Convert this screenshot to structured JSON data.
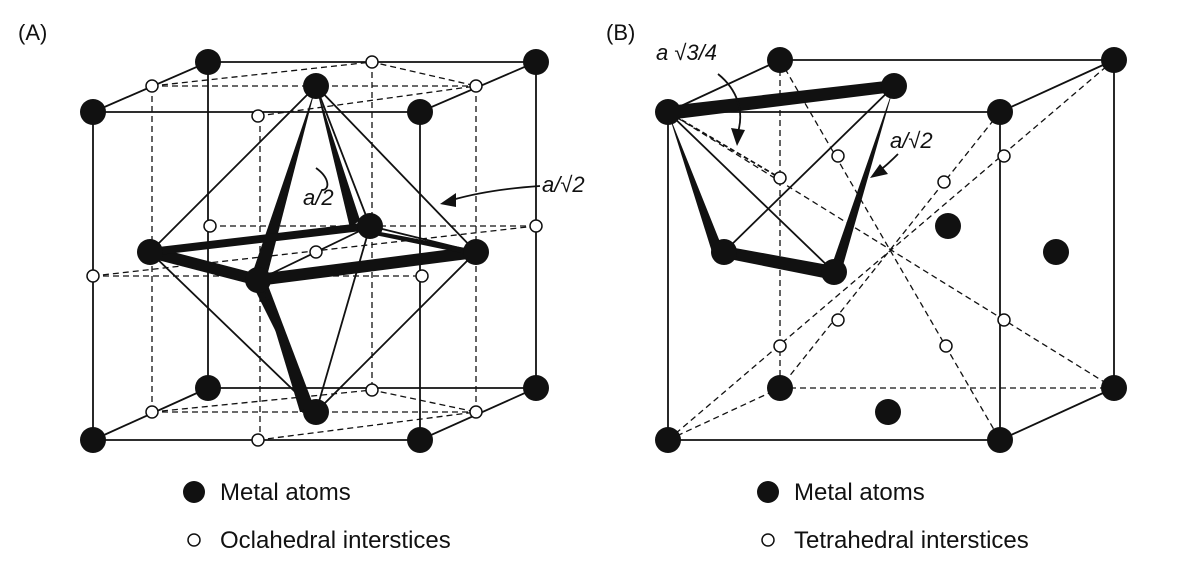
{
  "panel_a": {
    "label": "(A)",
    "dim_half": "a/2",
    "dim_root2": "a/√2",
    "legend": [
      {
        "symbol": "filled-circle",
        "text": "Metal atoms"
      },
      {
        "symbol": "open-circle",
        "text": "Oclahedral interstices"
      }
    ]
  },
  "panel_b": {
    "label": "(B)",
    "dim_root3": "a √3/4",
    "dim_root2": "a/√2",
    "legend": [
      {
        "symbol": "filled-circle",
        "text": "Metal atoms"
      },
      {
        "symbol": "open-circle",
        "text": "Tetrahedral interstices"
      }
    ]
  },
  "colors": {
    "ink": "#111111",
    "background": "#ffffff"
  }
}
